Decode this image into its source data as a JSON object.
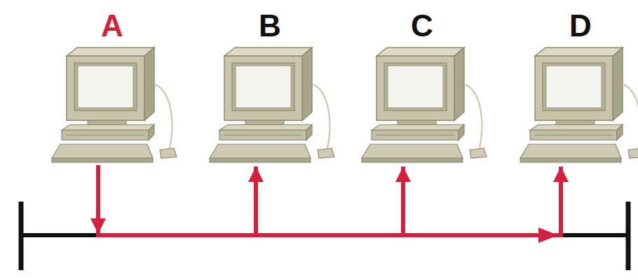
{
  "diagram": {
    "nodes": [
      {
        "text": [
          "A"
        ]
      },
      {
        "text": [
          "B"
        ]
      },
      {
        "text": [
          "C"
        ]
      },
      {
        "text": [
          "D"
        ]
      }
    ],
    "edges": [
      {
        "from": 0,
        "to": 1,
        "arrow": "to"
      },
      {
        "from": 0,
        "to": 2,
        "arrow": "to"
      },
      {
        "from": 0,
        "to": 3,
        "arrow": "to"
      }
    ]
  }
}
